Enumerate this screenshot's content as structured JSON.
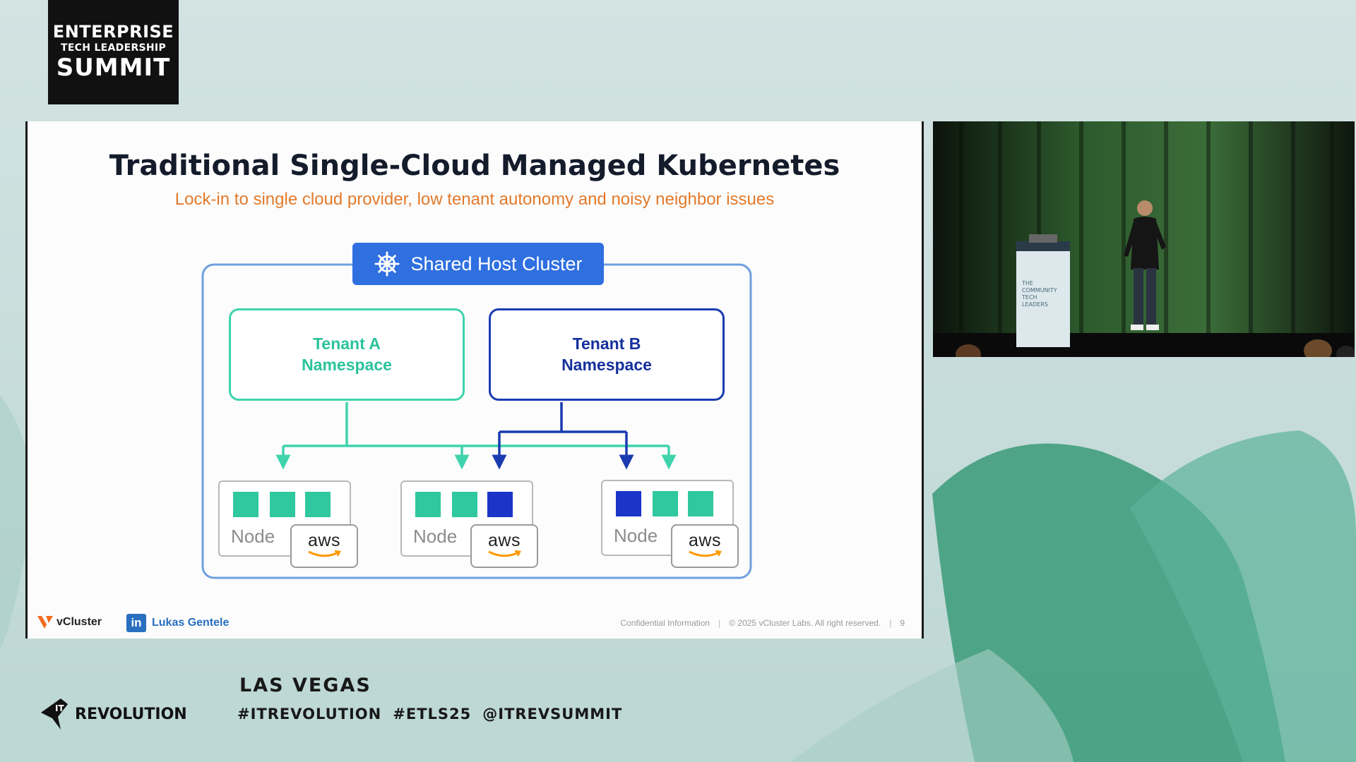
{
  "colors": {
    "background": "#cfe0df",
    "tenant_a": "#3fd3ad",
    "tenant_b": "#1a3bb0",
    "cluster": "#2f6fe0",
    "subtitle": "#e27a2c"
  },
  "summit_logo": {
    "line1": "ENTERPRISE",
    "line2": "TECH LEADERSHIP",
    "line3": "SUMMIT"
  },
  "slide": {
    "title": "Traditional Single-Cloud Managed Kubernetes",
    "subtitle": "Lock-in to single cloud provider, low tenant autonomy and noisy neighbor issues",
    "cluster_label": "Shared Host Cluster",
    "cluster_icon": "helm-wheel-icon",
    "tenants": [
      {
        "label": "Tenant A\nNamespace"
      },
      {
        "label": "Tenant B\nNamespace"
      }
    ],
    "nodes": [
      {
        "label": "Node",
        "provider": "aws",
        "slots": [
          "A",
          "A",
          "A"
        ]
      },
      {
        "label": "Node",
        "provider": "aws",
        "slots": [
          "A",
          "A",
          "B"
        ]
      },
      {
        "label": "Node",
        "provider": "aws",
        "slots": [
          "B",
          "A",
          "A"
        ]
      }
    ],
    "footer": {
      "brand": "vCluster",
      "speaker": "Lukas Gentele",
      "linkedin_icon_text": "in",
      "confidential": "Confidential Information",
      "copyright": "© 2025 vCluster Labs. All right reserved.",
      "page_number": "9"
    }
  },
  "video": {
    "podium_text": "THE COMMUNITY TECH LEADERS"
  },
  "bottom": {
    "itrev_logo_mark": "IT",
    "itrev_logo_text": "REVOLUTION",
    "city": "LAS VEGAS",
    "hashtags": [
      "#ITREVOLUTION",
      "#ETLS25",
      "@ITREVSUMMIT"
    ]
  }
}
